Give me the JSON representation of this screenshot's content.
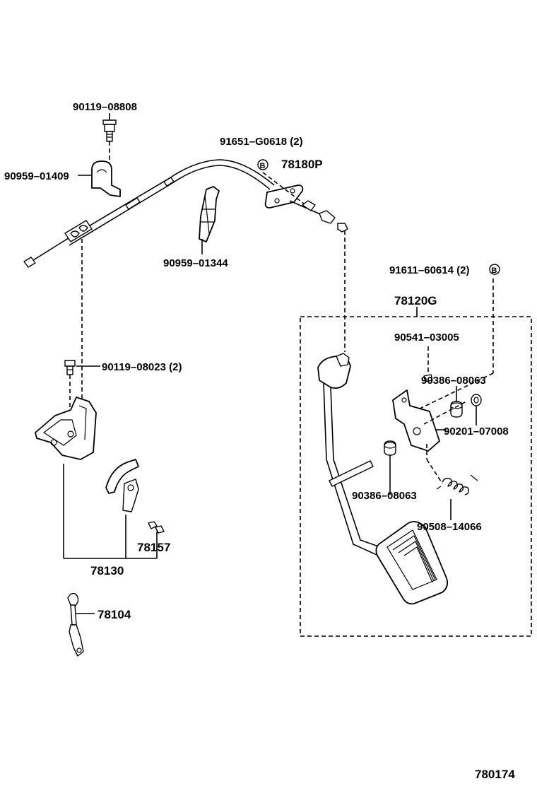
{
  "colors": {
    "ink": "#000000",
    "background": "#ffffff"
  },
  "labels": {
    "p1": "90119–08808",
    "p2": "90959–01409",
    "p3": "91651–G0618 (2)",
    "p4": "78180P",
    "p5": "90959–01344",
    "p6": "91611–60614 (2)",
    "p7": "78120G",
    "p8": "90541–03005",
    "p9": "90386–08063",
    "p10": "90201–07008",
    "p11": "90386–08063",
    "p12": "90508–14066",
    "p13": "90119–08023 (2)",
    "p14": "78157",
    "p15": "78130",
    "p16": "78104"
  },
  "markers": {
    "m1": "B",
    "m2": "B"
  },
  "figure_number": "780174"
}
